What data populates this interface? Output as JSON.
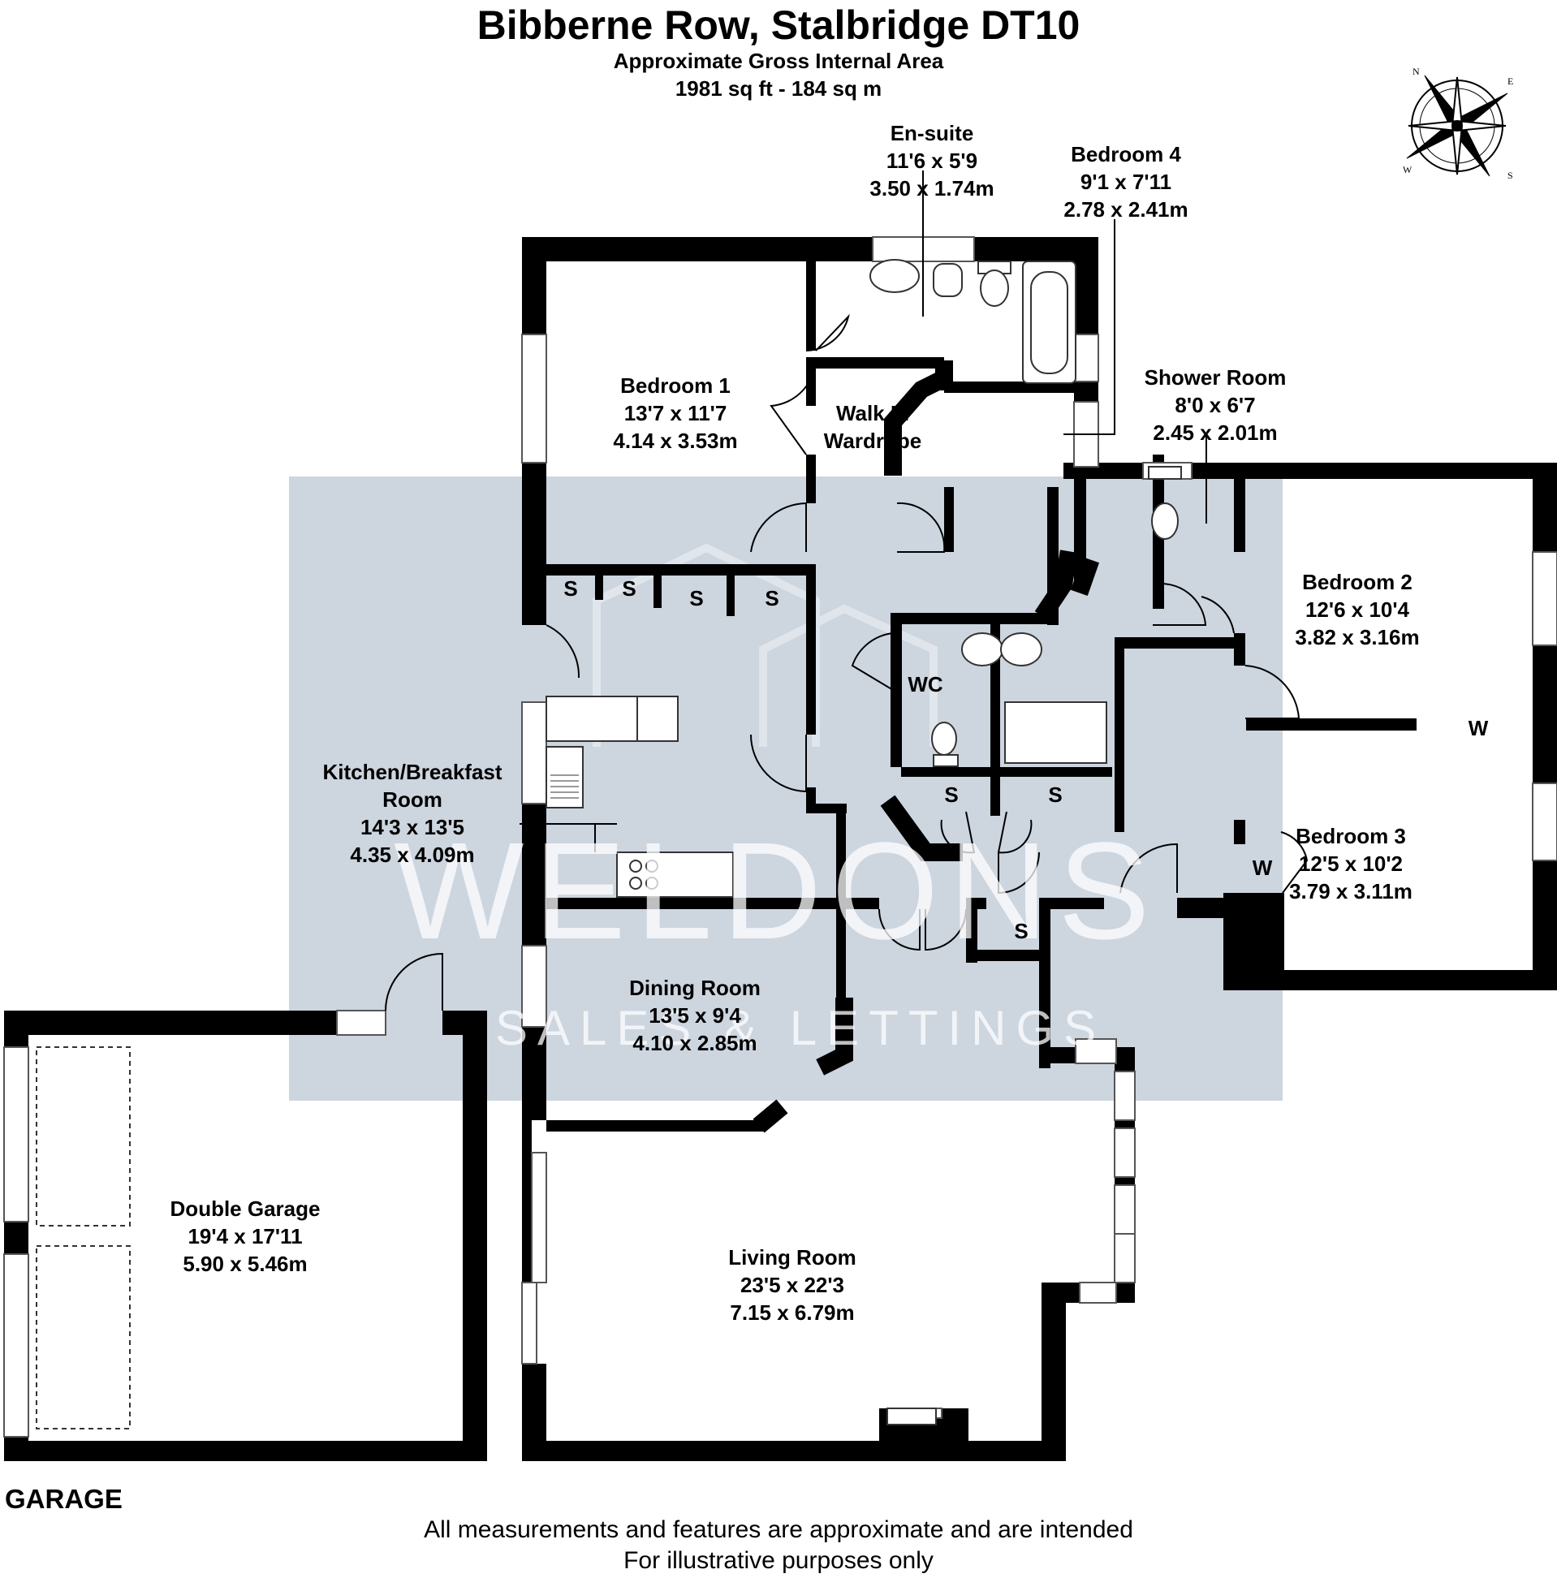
{
  "header": {
    "title": "Bibberne Row, Stalbridge DT10",
    "subtitle": "Approximate Gross Internal Area",
    "area": "1981 sq ft - 184 sq m"
  },
  "compass": {
    "n": "N",
    "e": "E",
    "s": "S",
    "w": "W"
  },
  "watermark": {
    "brand": "WELDONS",
    "tagline": "SALES & LETTINGS"
  },
  "rooms": {
    "ensuite": {
      "name": "En-suite",
      "imperial": "11'6 x 5'9",
      "metric": "3.50 x 1.74m"
    },
    "bedroom4": {
      "name": "Bedroom 4",
      "imperial": "9'1 x 7'11",
      "metric": "2.78 x 2.41m"
    },
    "shower": {
      "name": "Shower Room",
      "imperial": "8'0 x 6'7",
      "metric": "2.45 x 2.01m"
    },
    "bedroom1": {
      "name": "Bedroom 1",
      "imperial": "13'7 x 11'7",
      "metric": "4.14 x 3.53m"
    },
    "walkin": {
      "line1": "Walk In",
      "line2": "Wardrobe"
    },
    "bedroom2": {
      "name": "Bedroom 2",
      "imperial": "12'6 x 10'4",
      "metric": "3.82 x 3.16m"
    },
    "bedroom3": {
      "name": "Bedroom 3",
      "imperial": "12'5 x 10'2",
      "metric": "3.79 x 3.11m"
    },
    "kitchen": {
      "line1": "Kitchen/Breakfast",
      "line2": "Room",
      "imperial": "14'3 x 13'5",
      "metric": "4.35 x 4.09m"
    },
    "wc": {
      "name": "WC"
    },
    "dining": {
      "name": "Dining Room",
      "imperial": "13'5 x 9'4",
      "metric": "4.10 x 2.85m"
    },
    "garage": {
      "name": "Double Garage",
      "imperial": "19'4 x 17'11",
      "metric": "5.90 x 5.46m"
    },
    "living": {
      "name": "Living Room",
      "imperial": "23'5 x 22'3",
      "metric": "7.15 x 6.79m"
    }
  },
  "storage": {
    "s": "S",
    "w": "W"
  },
  "garage_label": "GARAGE",
  "footer": {
    "line1": "All measurements and features are approximate and are intended",
    "line2": "For illustrative purposes only"
  },
  "colors": {
    "wall": "#000000",
    "watermark_bg": "#cdd5df",
    "window": "#ffffff"
  }
}
